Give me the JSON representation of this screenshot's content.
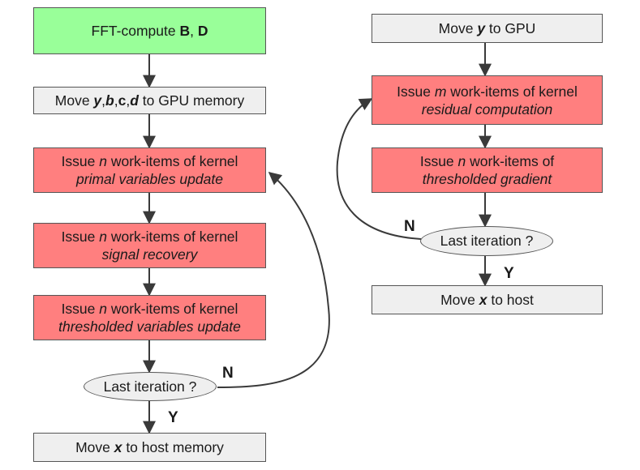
{
  "colors": {
    "green": "#99ff99",
    "red": "#ff7f7f",
    "gray": "#efefef",
    "stroke": "#555555",
    "arrow": "#3a3a3a"
  },
  "left": {
    "fft": {
      "prefix": "FFT-compute ",
      "b": "B",
      "sep": ", ",
      "d": "D"
    },
    "move_in": {
      "prefix": "Move ",
      "y": "y",
      "c1": ",",
      "b": "b",
      "c2": ",",
      "c": "c",
      "c3": ",",
      "d": "d",
      "suffix": " to GPU memory"
    },
    "primal": {
      "pre": "Issue ",
      "var": "n",
      "post": " work-items of kernel",
      "name": "primal variables update"
    },
    "signal": {
      "pre": "Issue ",
      "var": "n",
      "post": " work-items of kernel",
      "name": "signal recovery"
    },
    "thresh": {
      "pre": "Issue ",
      "var": "n",
      "post": " work-items of kernel",
      "name": "thresholded variables update"
    },
    "decision": "Last iteration ?",
    "no": "N",
    "yes": "Y",
    "move_out": {
      "prefix": "Move ",
      "x": "x",
      "suffix": " to host memory"
    }
  },
  "right": {
    "move_in": {
      "prefix": "Move ",
      "y": "y",
      "suffix": " to GPU"
    },
    "residual": {
      "pre": "Issue ",
      "var": "m",
      "post": " work-items of kernel",
      "name": "residual computation"
    },
    "gradient": {
      "pre": "Issue ",
      "var": "n",
      "post": " work-items of",
      "name": "thresholded gradient"
    },
    "decision": "Last iteration ?",
    "no": "N",
    "yes": "Y",
    "move_out": {
      "prefix": "Move ",
      "x": "x",
      "suffix": " to host"
    }
  }
}
